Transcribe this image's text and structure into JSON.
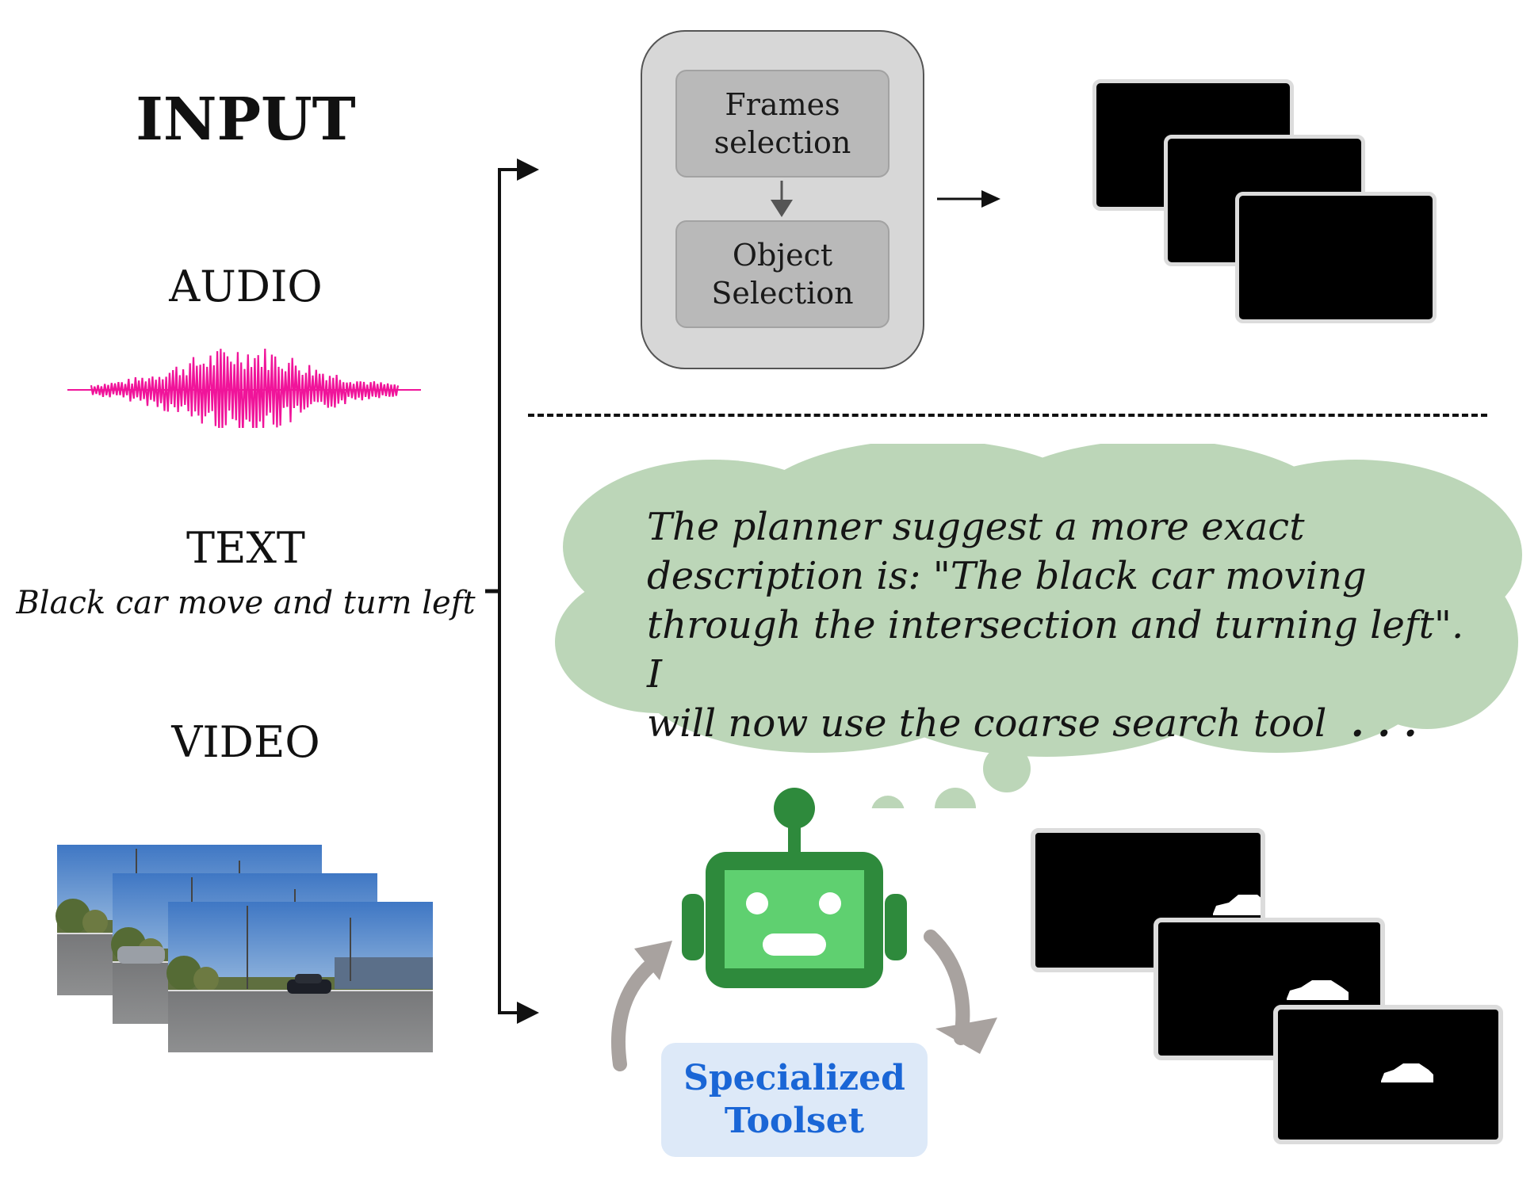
{
  "input_title": "INPUT",
  "audio_label": "AUDIO",
  "text_label": "TEXT",
  "text_caption": "Black car move and turn left",
  "video_label": "VIDEO",
  "pipeline": {
    "step1": "Frames selection",
    "step2": "Object Selection"
  },
  "thought": {
    "line1": "The planner suggest a more exact",
    "line2": "description is: \"The black car moving",
    "line3": "through the intersection and turning left\". I",
    "line4": "will now use the coarse search tool",
    "ellipsis": ". . ."
  },
  "toolset": {
    "line1": "Specialized",
    "line2": "Toolset"
  },
  "colors": {
    "waveform": "#f0149a",
    "cloud": "#bcd6b8",
    "robot_dark": "#2e8a3c",
    "robot_light": "#5fd070",
    "toolset_text": "#1a66d6",
    "toolset_bg": "#dde9f8",
    "panel": "#d7d7d7"
  },
  "icons": [
    "waveform-icon",
    "robot-icon",
    "cycle-arrow-icon",
    "car-mask-icon"
  ]
}
